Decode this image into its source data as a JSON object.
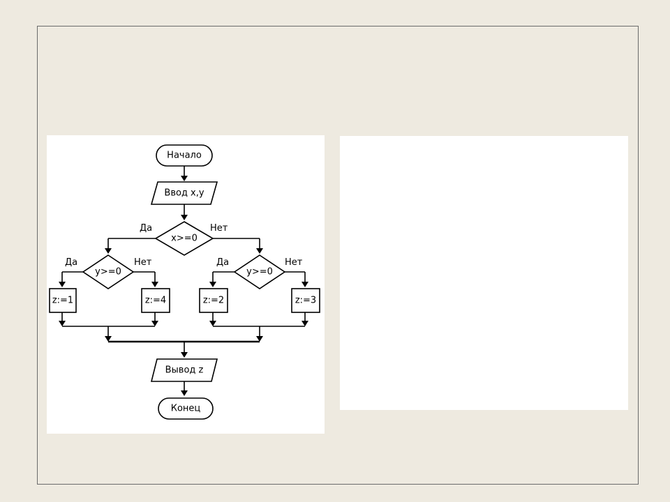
{
  "flowchart": {
    "start": "Начало",
    "input": "Ввод x,y",
    "decision_x": "x>=0",
    "decision_y_left": "y>=0",
    "decision_y_right": "y>=0",
    "yes": "Да",
    "no": "Нет",
    "assign_1": "z:=1",
    "assign_4": "z:=4",
    "assign_2": "z:=2",
    "assign_3": "z:=3",
    "output": "Вывод z",
    "end": "Конец"
  },
  "colors": {
    "background": "#eeeae0",
    "panel": "#ffffff",
    "stroke": "#000000"
  }
}
